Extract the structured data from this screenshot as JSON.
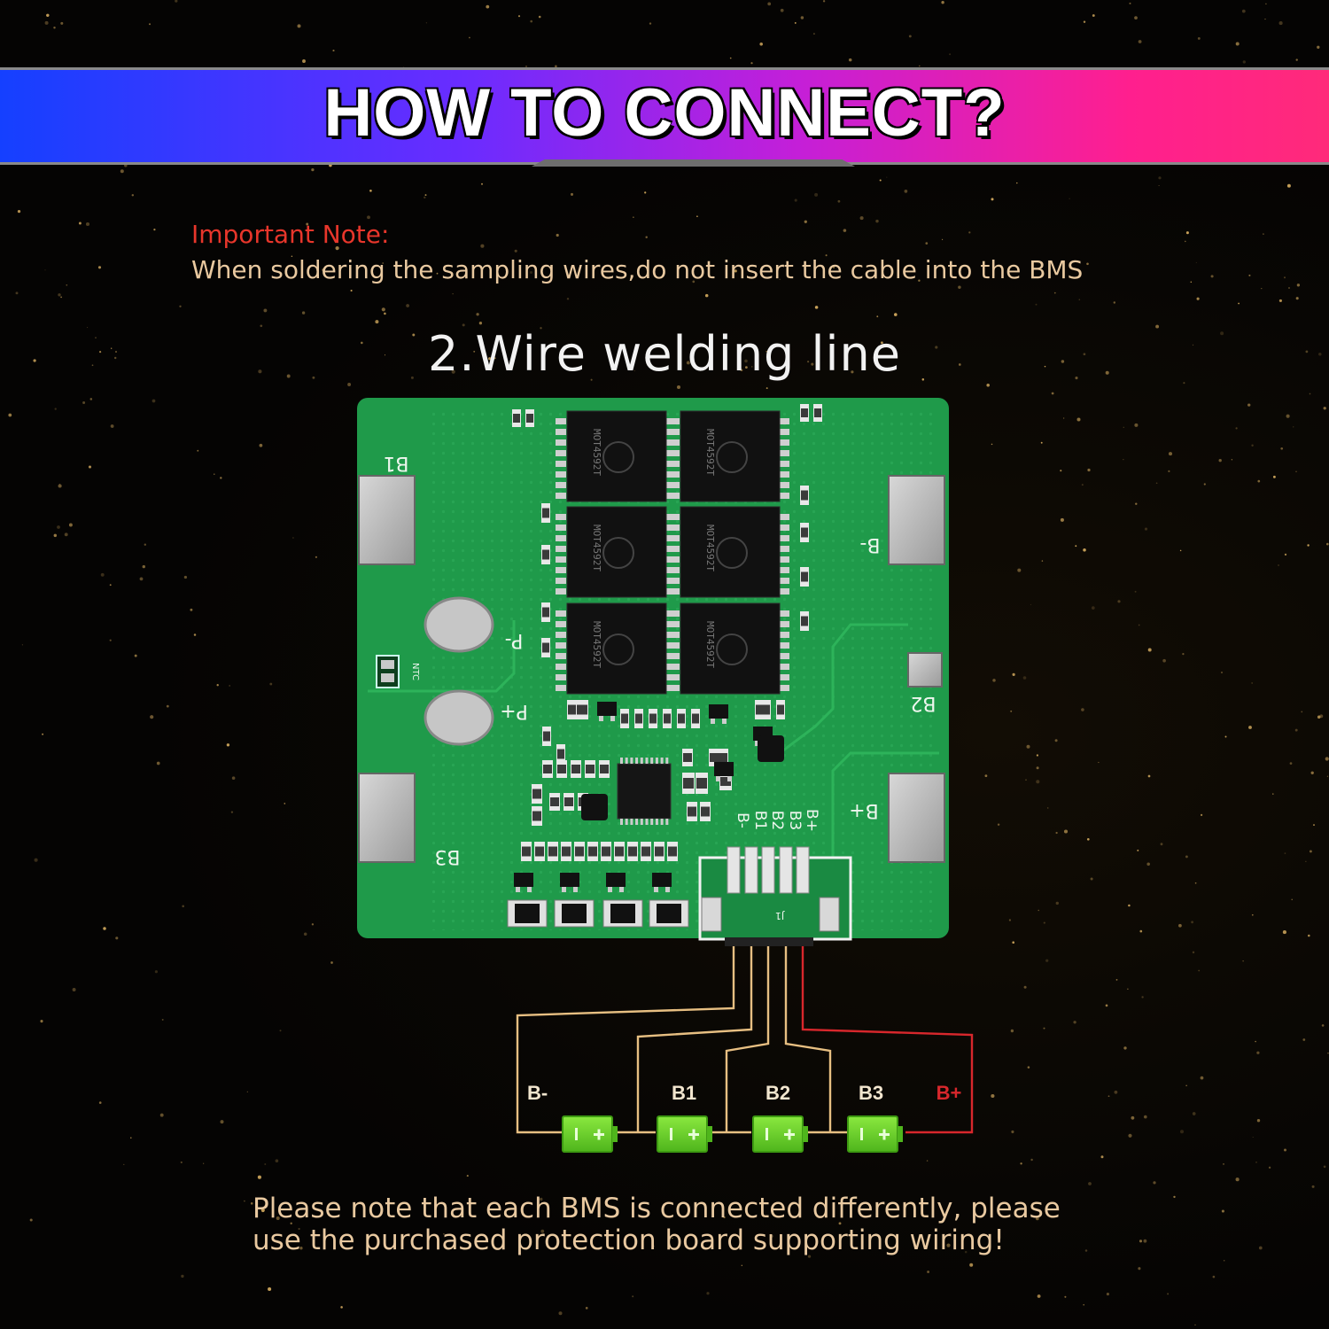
{
  "banner": {
    "title": "HOW TO CONNECT?"
  },
  "note": {
    "label": "Important Note:",
    "text": "When soldering the sampling wires,do not insert the cable into the BMS"
  },
  "heading": "2.Wire welding line",
  "board": {
    "pads": {
      "b1": "B1",
      "b3": "B3",
      "b_minus": "B-",
      "b2": "B2",
      "b_plus": "B+",
      "p_minus": "P-",
      "p_plus": "P+",
      "ntc": "NTC"
    },
    "connector_labels": [
      "B-",
      "B1",
      "B2",
      "B3",
      "B+"
    ],
    "connector_ref": "J1",
    "mosfet_marking": "MOT4592T"
  },
  "wiring": {
    "labels": [
      "B-",
      "B1",
      "B2",
      "B3",
      "B+"
    ],
    "colors": {
      "sense_wire": "#e7bf82",
      "positive_wire": "#d8272c",
      "battery": "#6cd22a",
      "pcb": "#1f9a4a"
    }
  },
  "footer": {
    "line1": "Please note that each BMS is connected differently, please",
    "line2": "use the purchased protection board supporting wiring!"
  }
}
